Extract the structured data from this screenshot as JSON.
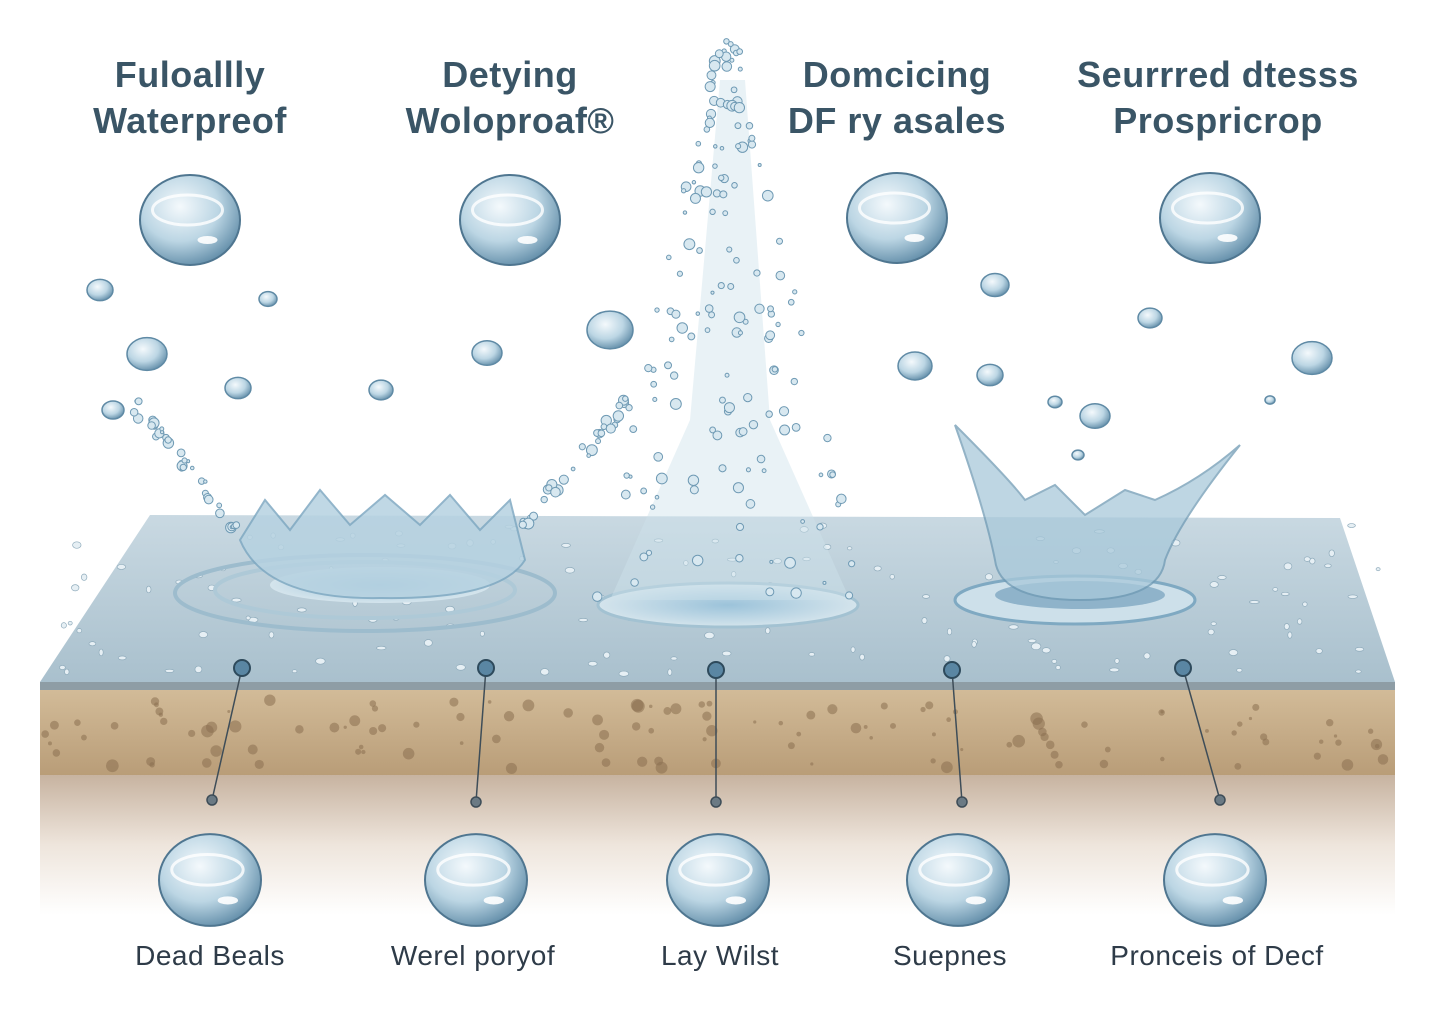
{
  "headings": [
    {
      "line1": "Fuloallly",
      "line2": "Waterpreof"
    },
    {
      "line1": "Detying",
      "line2": "Woloproaf®"
    },
    {
      "line1": "Domcicing",
      "line2": "DF ry asales"
    },
    {
      "line1": "Seurrred dtesss",
      "line2": "Prospricrop"
    }
  ],
  "labels": [
    "Dead Beals",
    "Werel poryof",
    "Lay Wilst",
    "Suepnes",
    "Proncеis of Deсf"
  ],
  "colors": {
    "heading": "#3a5566",
    "label": "#2e3b48",
    "surface": "#b9cdd8",
    "substrate": "#c9b08c",
    "water": "#8fb8cf"
  }
}
